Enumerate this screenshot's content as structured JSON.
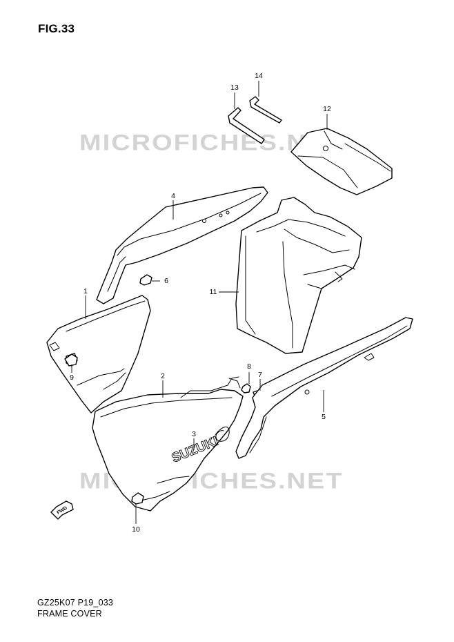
{
  "figure_label": "FIG.33",
  "watermark_text": "MICROFICHES.NET",
  "footer": {
    "model_code": "GZ25K07 P19_033",
    "section_title": "FRAME COVER"
  },
  "fwd_badge": "FWD",
  "brand_decal": "SUZUKI",
  "callouts": {
    "c1": "1",
    "c2": "2",
    "c3": "3",
    "c4": "4",
    "c5": "5",
    "c6": "6",
    "c7": "7",
    "c8": "8",
    "c9": "9",
    "c10": "10",
    "c11": "11",
    "c12": "12",
    "c13": "13",
    "c14": "14"
  },
  "colors": {
    "line": "#000000",
    "background": "#ffffff",
    "watermark": "#afafaf"
  }
}
